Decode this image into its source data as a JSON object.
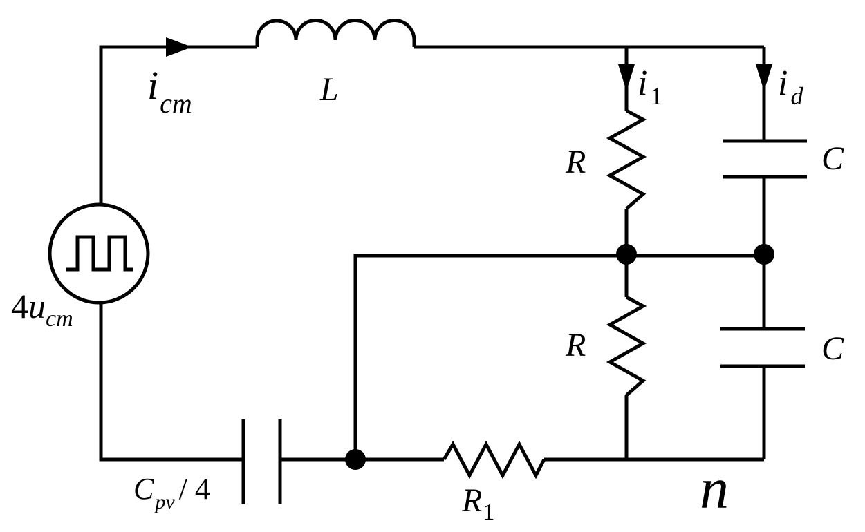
{
  "labels": {
    "i_cm": {
      "main": "i",
      "sub": "cm"
    },
    "L": "L",
    "i_1": {
      "main": "i",
      "sub": "1"
    },
    "i_d": {
      "main": "i",
      "sub": "d"
    },
    "R_top": "R",
    "R_bottom": "R",
    "C_top": "C",
    "C_bottom": "C",
    "source": {
      "coef": "4",
      "main": "u",
      "sub": "cm"
    },
    "C_pv": {
      "main": "C",
      "sub": "pv",
      "suffix": "/ 4"
    },
    "R_1": {
      "main": "R",
      "sub": "1"
    },
    "node_n": "n"
  }
}
